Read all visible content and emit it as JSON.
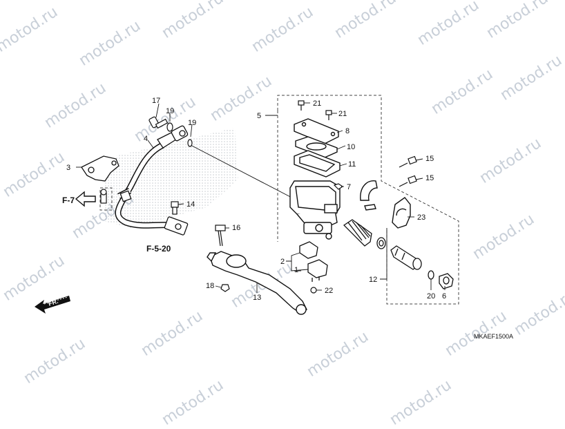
{
  "watermark": "motod.ru",
  "diagram_code": "MKAEF1500A",
  "direction_label": "FR.",
  "refs": {
    "f7": "F-7",
    "f520": "F-5-20"
  },
  "callouts": [
    {
      "id": "c1",
      "label": "1"
    },
    {
      "id": "c2",
      "label": "2"
    },
    {
      "id": "c3",
      "label": "3"
    },
    {
      "id": "c4",
      "label": "4"
    },
    {
      "id": "c5",
      "label": "5"
    },
    {
      "id": "c6",
      "label": "6"
    },
    {
      "id": "c7",
      "label": "7"
    },
    {
      "id": "c8",
      "label": "8"
    },
    {
      "id": "c10",
      "label": "10"
    },
    {
      "id": "c11",
      "label": "11"
    },
    {
      "id": "c12",
      "label": "12"
    },
    {
      "id": "c13",
      "label": "13"
    },
    {
      "id": "c14",
      "label": "14"
    },
    {
      "id": "c15a",
      "label": "15"
    },
    {
      "id": "c15b",
      "label": "15"
    },
    {
      "id": "c16",
      "label": "16"
    },
    {
      "id": "c17",
      "label": "17"
    },
    {
      "id": "c18",
      "label": "18"
    },
    {
      "id": "c19a",
      "label": "19"
    },
    {
      "id": "c19b",
      "label": "19"
    },
    {
      "id": "c20",
      "label": "20"
    },
    {
      "id": "c21a",
      "label": "21"
    },
    {
      "id": "c21b",
      "label": "21"
    },
    {
      "id": "c22",
      "label": "22"
    },
    {
      "id": "c23",
      "label": "23"
    }
  ],
  "colors": {
    "line": "#111111",
    "dash": "#444444",
    "watermark": "#c8cfd8",
    "shading": "#9aa0a8"
  }
}
